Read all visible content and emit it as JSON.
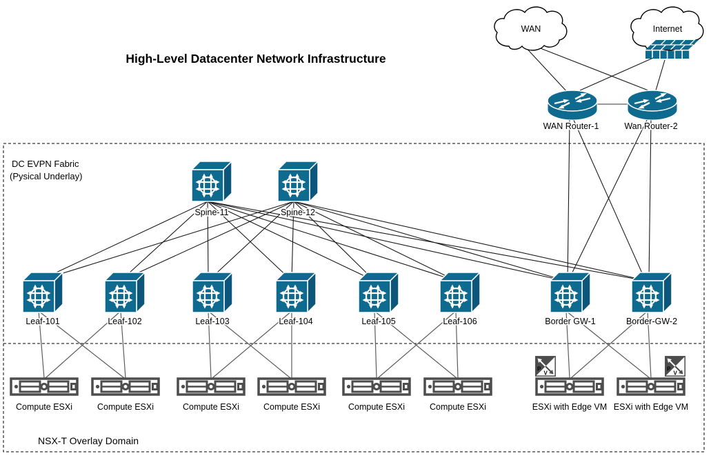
{
  "title": "High-Level Datacenter Network Infrastructure",
  "colors": {
    "device_blue": "#0f6a8f",
    "device_blue_dark": "#0b567a",
    "server_gray": "#4d4d4d",
    "link_dark": "#1a1a1a",
    "link_gray": "#5c5c5c",
    "router_link_gray": "#999999"
  },
  "regions": {
    "fabric_label_line1": "DC EVPN Fabric",
    "fabric_label_line2": "(Pysical Underlay)",
    "overlay_label": "NSX-T Overlay Domain"
  },
  "clouds": [
    {
      "label": "WAN"
    },
    {
      "label": "Internet"
    }
  ],
  "routers": [
    {
      "label": "WAN Router-1"
    },
    {
      "label": "Wan Router-2"
    }
  ],
  "spines": [
    {
      "label": "Spine-11"
    },
    {
      "label": "Spine-12"
    }
  ],
  "leaves": [
    {
      "label": "Leaf-101"
    },
    {
      "label": "Leaf-102"
    },
    {
      "label": "Leaf-103"
    },
    {
      "label": "Leaf-104"
    },
    {
      "label": "Leaf-105"
    },
    {
      "label": "Leaf-106"
    },
    {
      "label": "Border GW-1"
    },
    {
      "label": "Border-GW-2"
    }
  ],
  "servers": [
    {
      "label": "Compute ESXi"
    },
    {
      "label": "Compute ESXi"
    },
    {
      "label": "Compute ESXi"
    },
    {
      "label": "Compute ESXi"
    },
    {
      "label": "Compute ESXi"
    },
    {
      "label": "Compute ESXi"
    },
    {
      "label": "ESXi with Edge VM"
    },
    {
      "label": "ESXi with Edge VM"
    }
  ],
  "badge": {
    "p_label": "P",
    "v_label": "V"
  }
}
